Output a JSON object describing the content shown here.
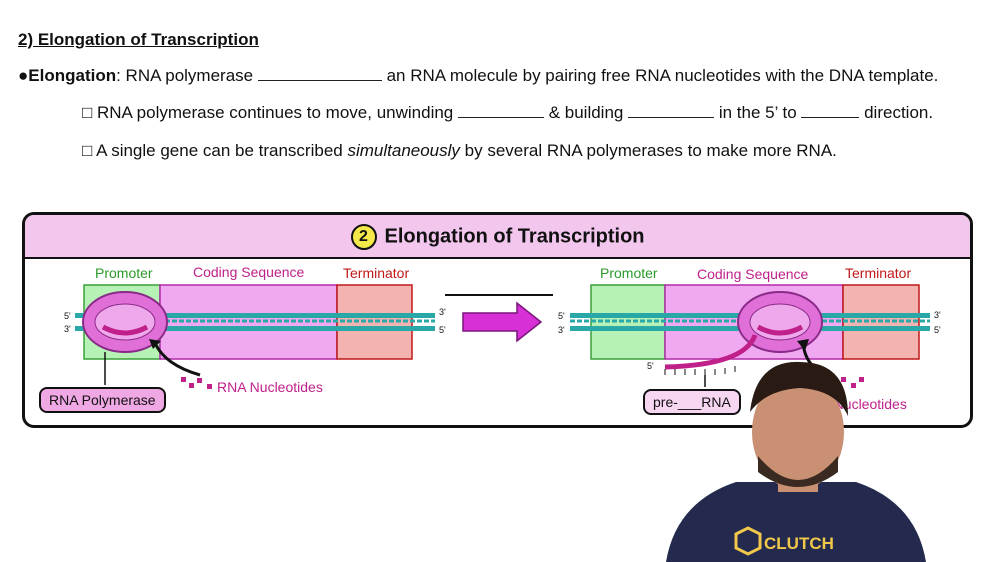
{
  "heading": "2) Elongation of Transcription",
  "bullet": {
    "marker": "●",
    "term": "Elongation",
    "after_term": ": RNA polymerase ",
    "rest": " an RNA molecule by pairing free RNA nucleotides with the DNA template."
  },
  "sub1": {
    "box": "□",
    "t1": " RNA polymerase continues to move, unwinding ",
    "t2": " & building ",
    "t3": " in the 5’ to ",
    "t4": " direction."
  },
  "sub2": {
    "box": "□",
    "t1": " A single gene can be transcribed ",
    "em": "simultaneously",
    "t2": " by several RNA polymerases to make more RNA."
  },
  "figure": {
    "number": "2",
    "title": "Elongation of Transcription",
    "left": {
      "promoter": "Promoter",
      "coding": "Coding Sequence",
      "terminator": "Terminator",
      "polymerase_label": "RNA Polymerase",
      "nucleotides_label": "RNA Nucleotides",
      "top_left_prime": "5'",
      "bottom_left_prime": "3'",
      "top_right_prime": "3'",
      "bottom_right_prime": "5'"
    },
    "right": {
      "promoter": "Promoter",
      "coding": "Coding Sequence",
      "terminator": "Terminator",
      "pre_rna_label": "pre-___RNA",
      "nucleotides_label": "RNA Nucleotides",
      "rna_prime": "5'",
      "top_left_prime": "5'",
      "bottom_left_prime": "3'",
      "top_right_prime": "3'",
      "bottom_right_prime": "5'"
    },
    "colors": {
      "promoter_fill": "#b6f2b6",
      "coding_fill": "#f0a8f0",
      "terminator_fill": "#f3b3b0",
      "dna_strand": "#2aa8a8",
      "polymerase": "#e070d8",
      "arrow": "#d630d6",
      "banner": "#f3c6ee"
    }
  },
  "presenter": {
    "shirt_text": "CLUTCH"
  }
}
